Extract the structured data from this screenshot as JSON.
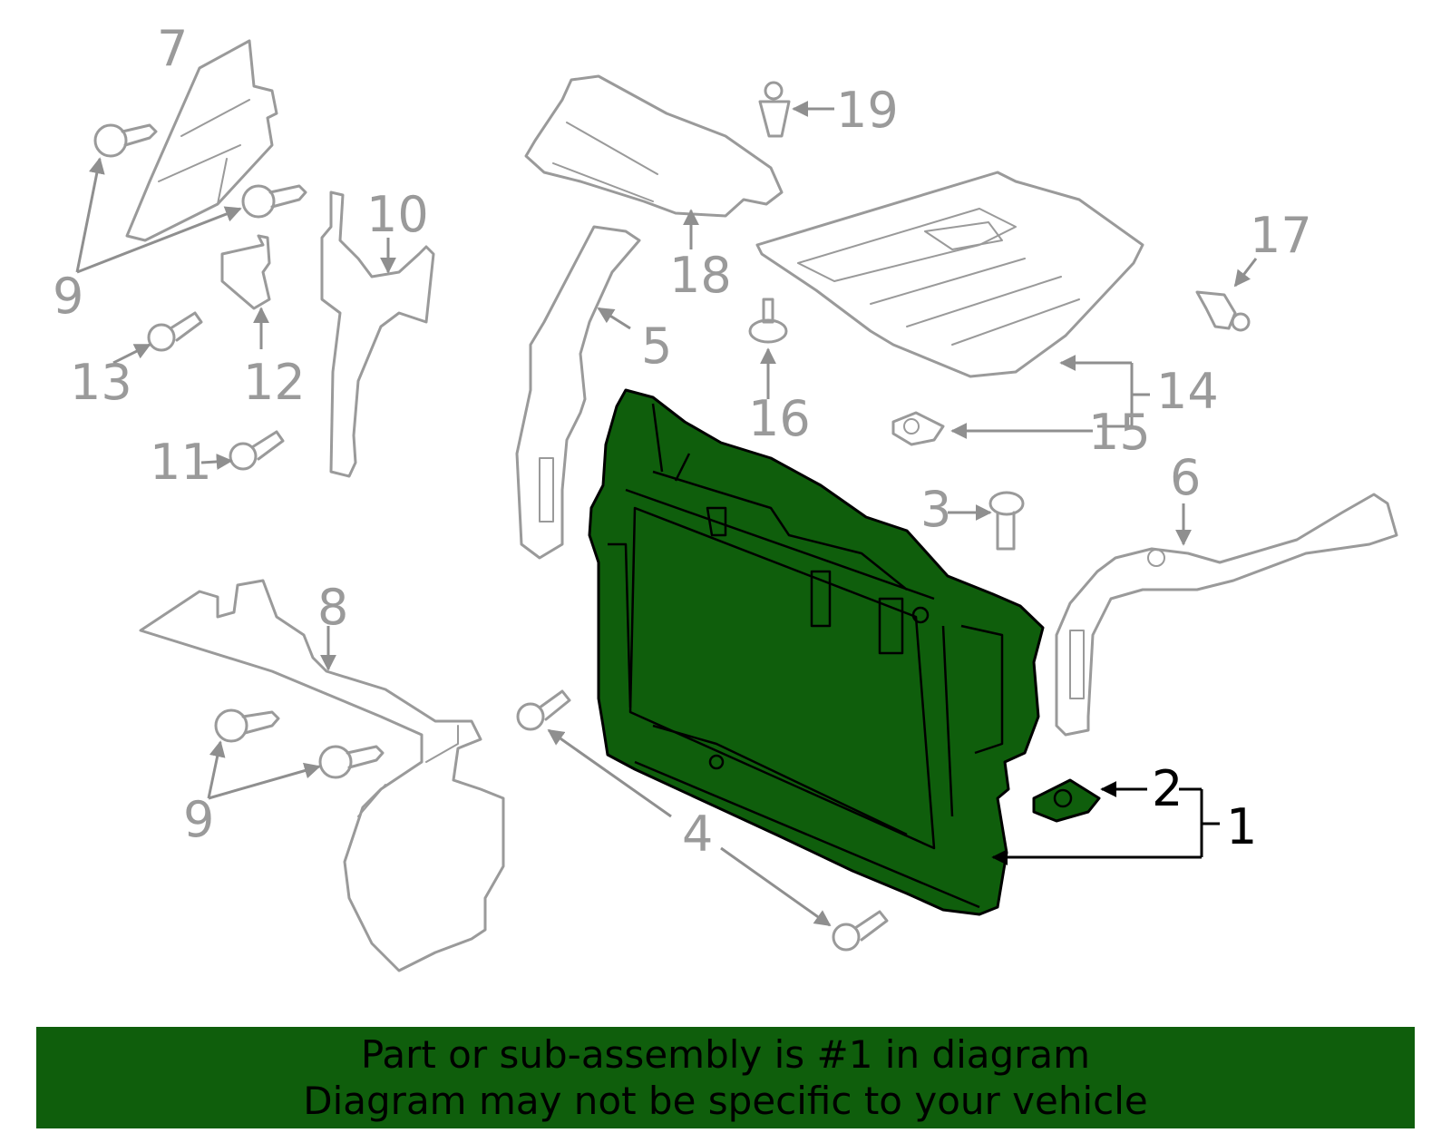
{
  "callouts": {
    "c1": "1",
    "c2": "2",
    "c3": "3",
    "c4": "4",
    "c5": "5",
    "c6": "6",
    "c7": "7",
    "c8": "8",
    "c9a": "9",
    "c9b": "9",
    "c10": "10",
    "c11": "11",
    "c12": "12",
    "c13": "13",
    "c14": "14",
    "c15": "15",
    "c16": "16",
    "c17": "17",
    "c18": "18",
    "c19": "19"
  },
  "highlight": {
    "part": "1",
    "color": "#0f5e0c"
  },
  "banner": {
    "line1": "Part or sub-assembly is #1 in diagram",
    "line2": "Diagram may not be specific to your vehicle"
  }
}
